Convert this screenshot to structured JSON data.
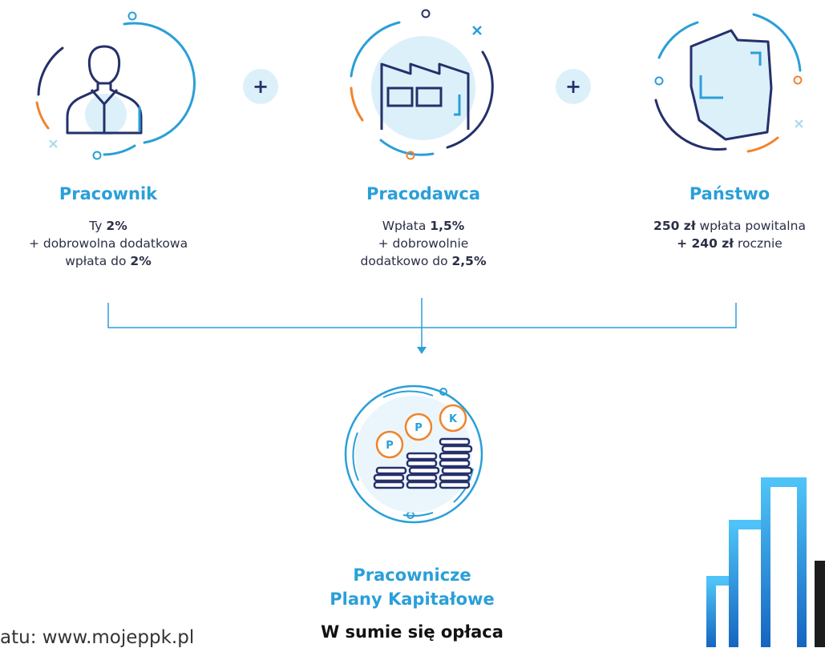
{
  "columns": [
    {
      "id": "pracownik",
      "title": "Pracownik",
      "lines": [
        [
          {
            "t": "Ty "
          },
          {
            "t": "2%",
            "b": true
          }
        ],
        [
          {
            "t": "+ dobrowolna dodatkowa"
          }
        ],
        [
          {
            "t": "wpłata do "
          },
          {
            "t": "2%",
            "b": true
          }
        ]
      ]
    },
    {
      "id": "pracodawca",
      "title": "Pracodawca",
      "lines": [
        [
          {
            "t": "Wpłata "
          },
          {
            "t": "1,5%",
            "b": true
          }
        ],
        [
          {
            "t": "+ dobrowolnie"
          }
        ],
        [
          {
            "t": "dodatkowo do "
          },
          {
            "t": "2,5%",
            "b": true
          }
        ]
      ]
    },
    {
      "id": "panstwo",
      "title": "Państwo",
      "lines": [
        [
          {
            "t": "250 zł",
            "b": true
          },
          {
            "t": " wpłata powitalna"
          }
        ],
        [
          {
            "t": "+ 240 zł",
            "b": true
          },
          {
            "t": " rocznie"
          }
        ]
      ]
    }
  ],
  "plus_signs": [
    "+",
    "+"
  ],
  "coins": [
    "P",
    "P",
    "K"
  ],
  "result": {
    "title_line1": "Pracownicze",
    "title_line2": "Plany Kapitałowe",
    "subtitle": "W sumie się opłaca"
  },
  "source_text": "atu: www.mojeppk.pl",
  "colors": {
    "blue": "#2a9fd8",
    "navy": "#25306b",
    "orange": "#f0842c",
    "light_blue_fill": "#dcf0fa",
    "text": "#2b2f45"
  }
}
